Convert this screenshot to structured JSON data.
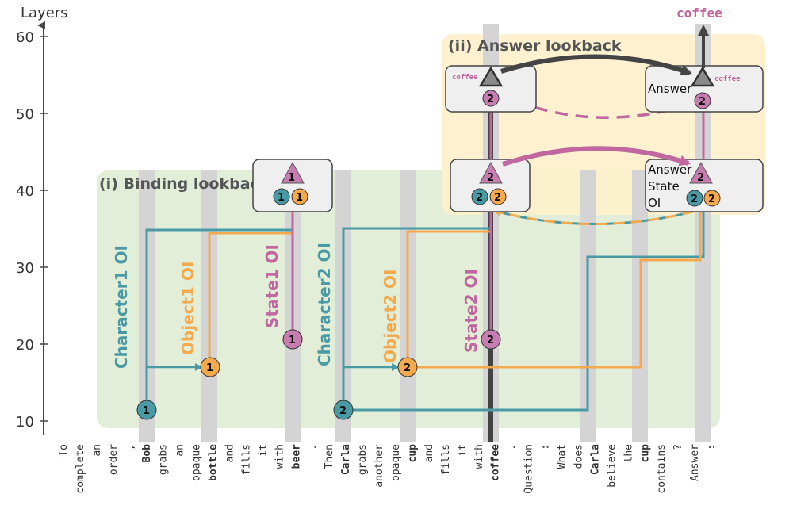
{
  "axis": {
    "title": "Layers",
    "ticks": [
      "10",
      "20",
      "30",
      "40",
      "50",
      "60"
    ]
  },
  "regions": {
    "binding": "(i) Binding lookback",
    "answer": "(ii) Answer lookback"
  },
  "labels": {
    "character1": "Character1 OI",
    "object1": "Object1 OI",
    "state1": "State1 OI",
    "character2": "Character2 OI",
    "object2": "Object2 OI",
    "state2": "State2 OI",
    "answer_box": "Answer",
    "answer_state_1": "Answer",
    "answer_state_2": "State",
    "answer_state_3": "OI"
  },
  "node_values": {
    "one": "1",
    "two": "2"
  },
  "words": {
    "coffee_small": "coffee",
    "coffee_top": "coffee"
  },
  "tokens": [
    "To",
    "complete",
    "an",
    "order",
    ",",
    "Bob",
    "grabs",
    "an",
    "opaque",
    "bottle",
    "and",
    "fills",
    "it",
    "with",
    "beer",
    ".",
    "Then",
    "Carla",
    "grabs",
    "another",
    "opaque",
    "cup",
    "and",
    "fills",
    "it",
    "with",
    "coffee",
    ".",
    "Question",
    ":",
    "What",
    "does",
    "Carla",
    "believe",
    "the",
    "cup",
    "contains",
    "?",
    "Answer",
    ":"
  ],
  "colors": {
    "teal": "#4a9aa5",
    "orange": "#f5a94c",
    "pink": "#c0679f",
    "dark": "#444444",
    "green_region": "#e3eed9",
    "yellow_region": "#fdf0cc"
  }
}
